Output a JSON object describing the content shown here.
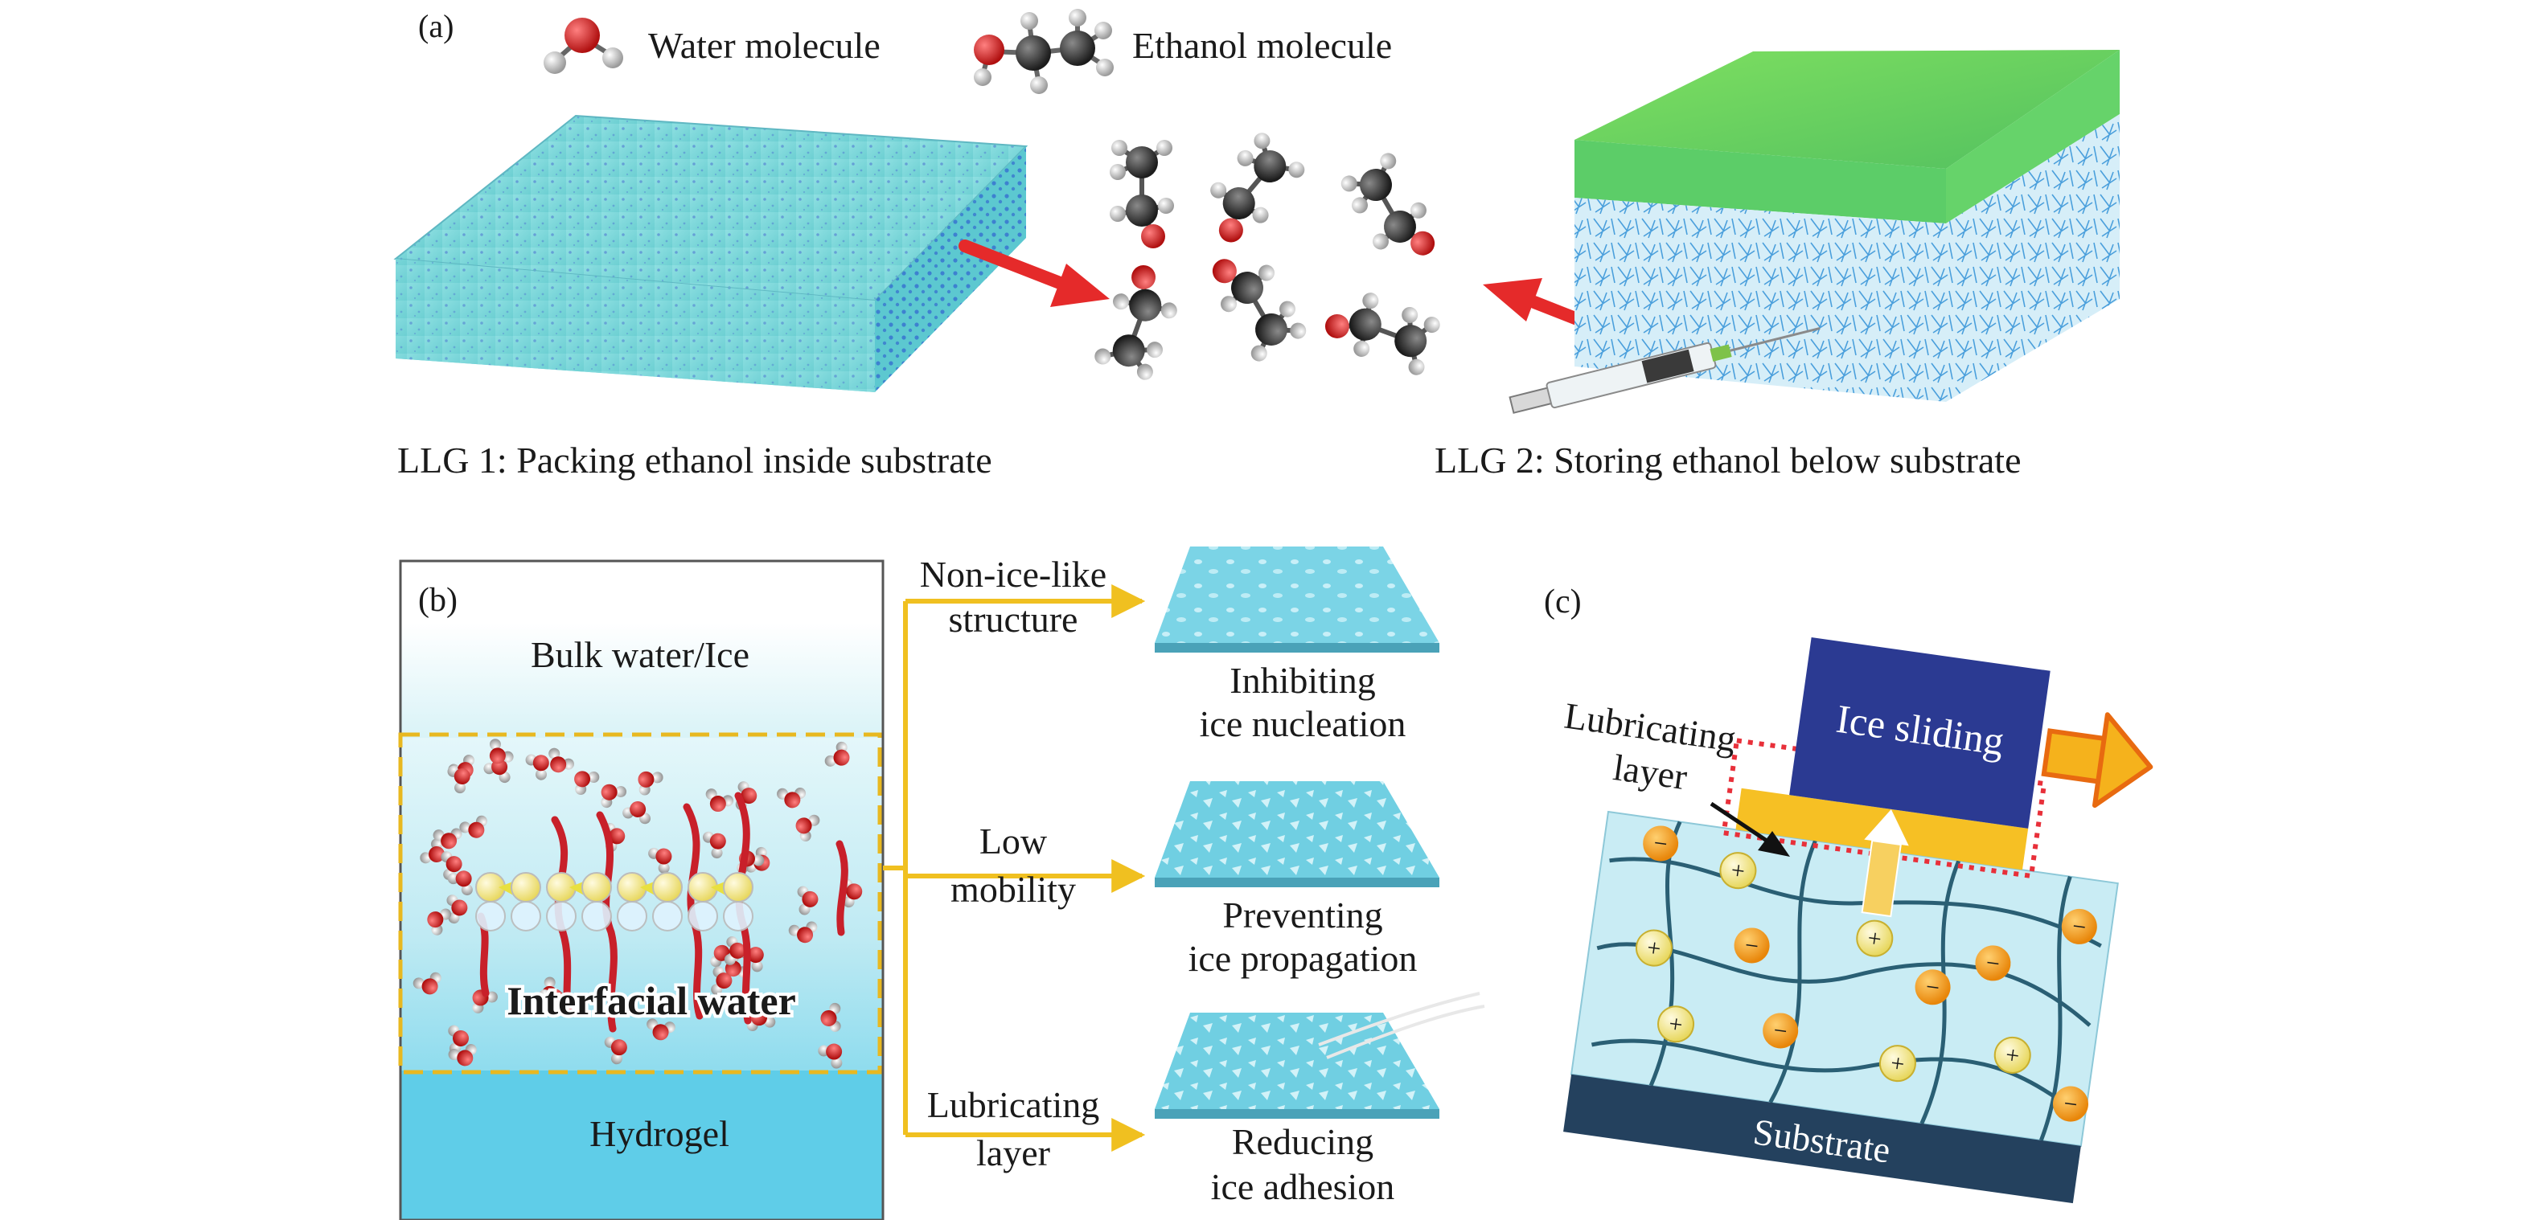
{
  "panel_a": {
    "label": "(a)",
    "legend": {
      "water": "Water molecule",
      "ethanol": "Ethanol molecule"
    },
    "llg1_caption": "LLG 1: Packing ethanol inside substrate",
    "llg2_caption": "LLG 2: Storing ethanol below substrate"
  },
  "panel_b": {
    "label": "(b)",
    "bulk_label": "Bulk water/Ice",
    "interfacial_label": "Interfacial water",
    "hydrogel_label": "Hydrogel",
    "branches": [
      {
        "cause_line1": "Non-ice-like",
        "cause_line2": "structure",
        "effect_line1": "Inhibiting",
        "effect_line2": "ice nucleation"
      },
      {
        "cause_line1": "Low",
        "cause_line2": "mobility",
        "effect_line1": "Preventing",
        "effect_line2": "ice propagation"
      },
      {
        "cause_line1": "Lubricating",
        "cause_line2": "layer",
        "effect_line1": "Reducing",
        "effect_line2": "ice adhesion"
      }
    ]
  },
  "panel_c": {
    "label": "(c)",
    "lubricating_line1": "Lubricating",
    "lubricating_line2": "layer",
    "ice_label": "Ice sliding",
    "substrate_label": "Substrate",
    "charge_plus": "+",
    "charge_minus": "−"
  },
  "colors": {
    "water_oxygen": "#d42020",
    "hydrogen": "#f2f2f2",
    "carbon": "#3a3a3a",
    "slab_top": "#7ad6d8",
    "slab_green": "#6fd25a",
    "red_arrow": "#e52a2a",
    "yellow_arrow": "#f0c020",
    "ice_blue": "#2b3a92",
    "substrate": "#24415e",
    "hydrogel": "#5fcde8",
    "orange_charge": "#f4a21c"
  }
}
